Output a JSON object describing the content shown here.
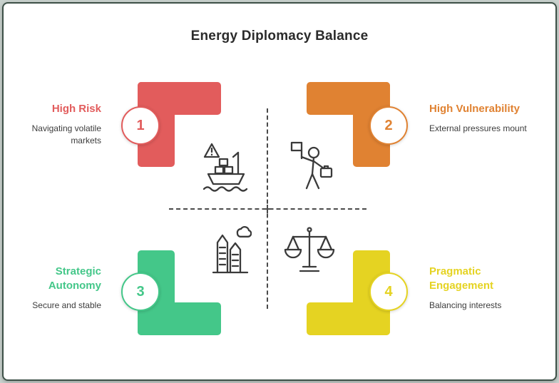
{
  "card": {
    "title": "Energy Diplomacy Balance"
  },
  "quadrants": [
    {
      "number": "1",
      "heading": "High Risk",
      "subtext": "Navigating volatile markets",
      "color": "#e25c5c",
      "icon": "cargo-ship-warning-icon"
    },
    {
      "number": "2",
      "heading": "High Vulnerability",
      "subtext": "External pressures mount",
      "color": "#e08232",
      "icon": "person-flag-icon"
    },
    {
      "number": "3",
      "heading": "Strategic Autonomy",
      "subtext": "Secure and stable",
      "color": "#44c789",
      "icon": "skyscrapers-cloud-icon"
    },
    {
      "number": "4",
      "heading": "Pragmatic Engagement",
      "subtext": "Balancing interests",
      "color": "#e5d322",
      "icon": "balance-scale-icon"
    }
  ],
  "colors": {
    "title_text": "#2b2b2b",
    "subtext": "#3c3c3c",
    "divider": "#4a4a4a",
    "card_border": "#3d5047",
    "icon_stroke": "#3a3a3a"
  }
}
